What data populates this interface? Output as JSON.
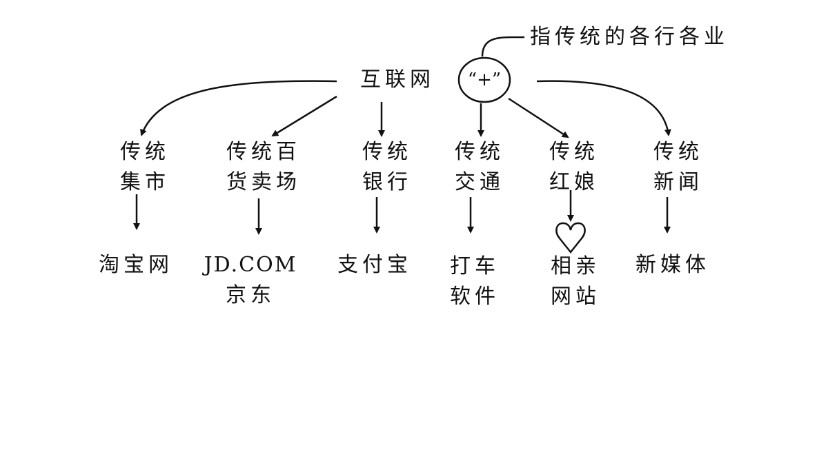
{
  "top": {
    "internet_label": "互联网",
    "plus_label": "“+”",
    "note_label": "指传统的各行各业"
  },
  "traditional": [
    {
      "line1": "传统",
      "line2": "集市"
    },
    {
      "line1": "传统百",
      "line2": "货卖场"
    },
    {
      "line1": "传统",
      "line2": "银行"
    },
    {
      "line1": "传统",
      "line2": "交通"
    },
    {
      "line1": "传统",
      "line2": "红娘"
    },
    {
      "line1": "传统",
      "line2": "新闻"
    }
  ],
  "results": [
    {
      "line1": "淘宝网",
      "line2": ""
    },
    {
      "line1": "JD.COM",
      "line2": "京东"
    },
    {
      "line1": "支付宝",
      "line2": ""
    },
    {
      "line1": "打车",
      "line2": "软件"
    },
    {
      "line1": "相亲",
      "line2": "网站"
    },
    {
      "line1": "新媒体",
      "line2": ""
    }
  ],
  "colors": {
    "stroke": "#111111",
    "background": "#ffffff"
  },
  "icons": {
    "heart": "heart-icon"
  }
}
